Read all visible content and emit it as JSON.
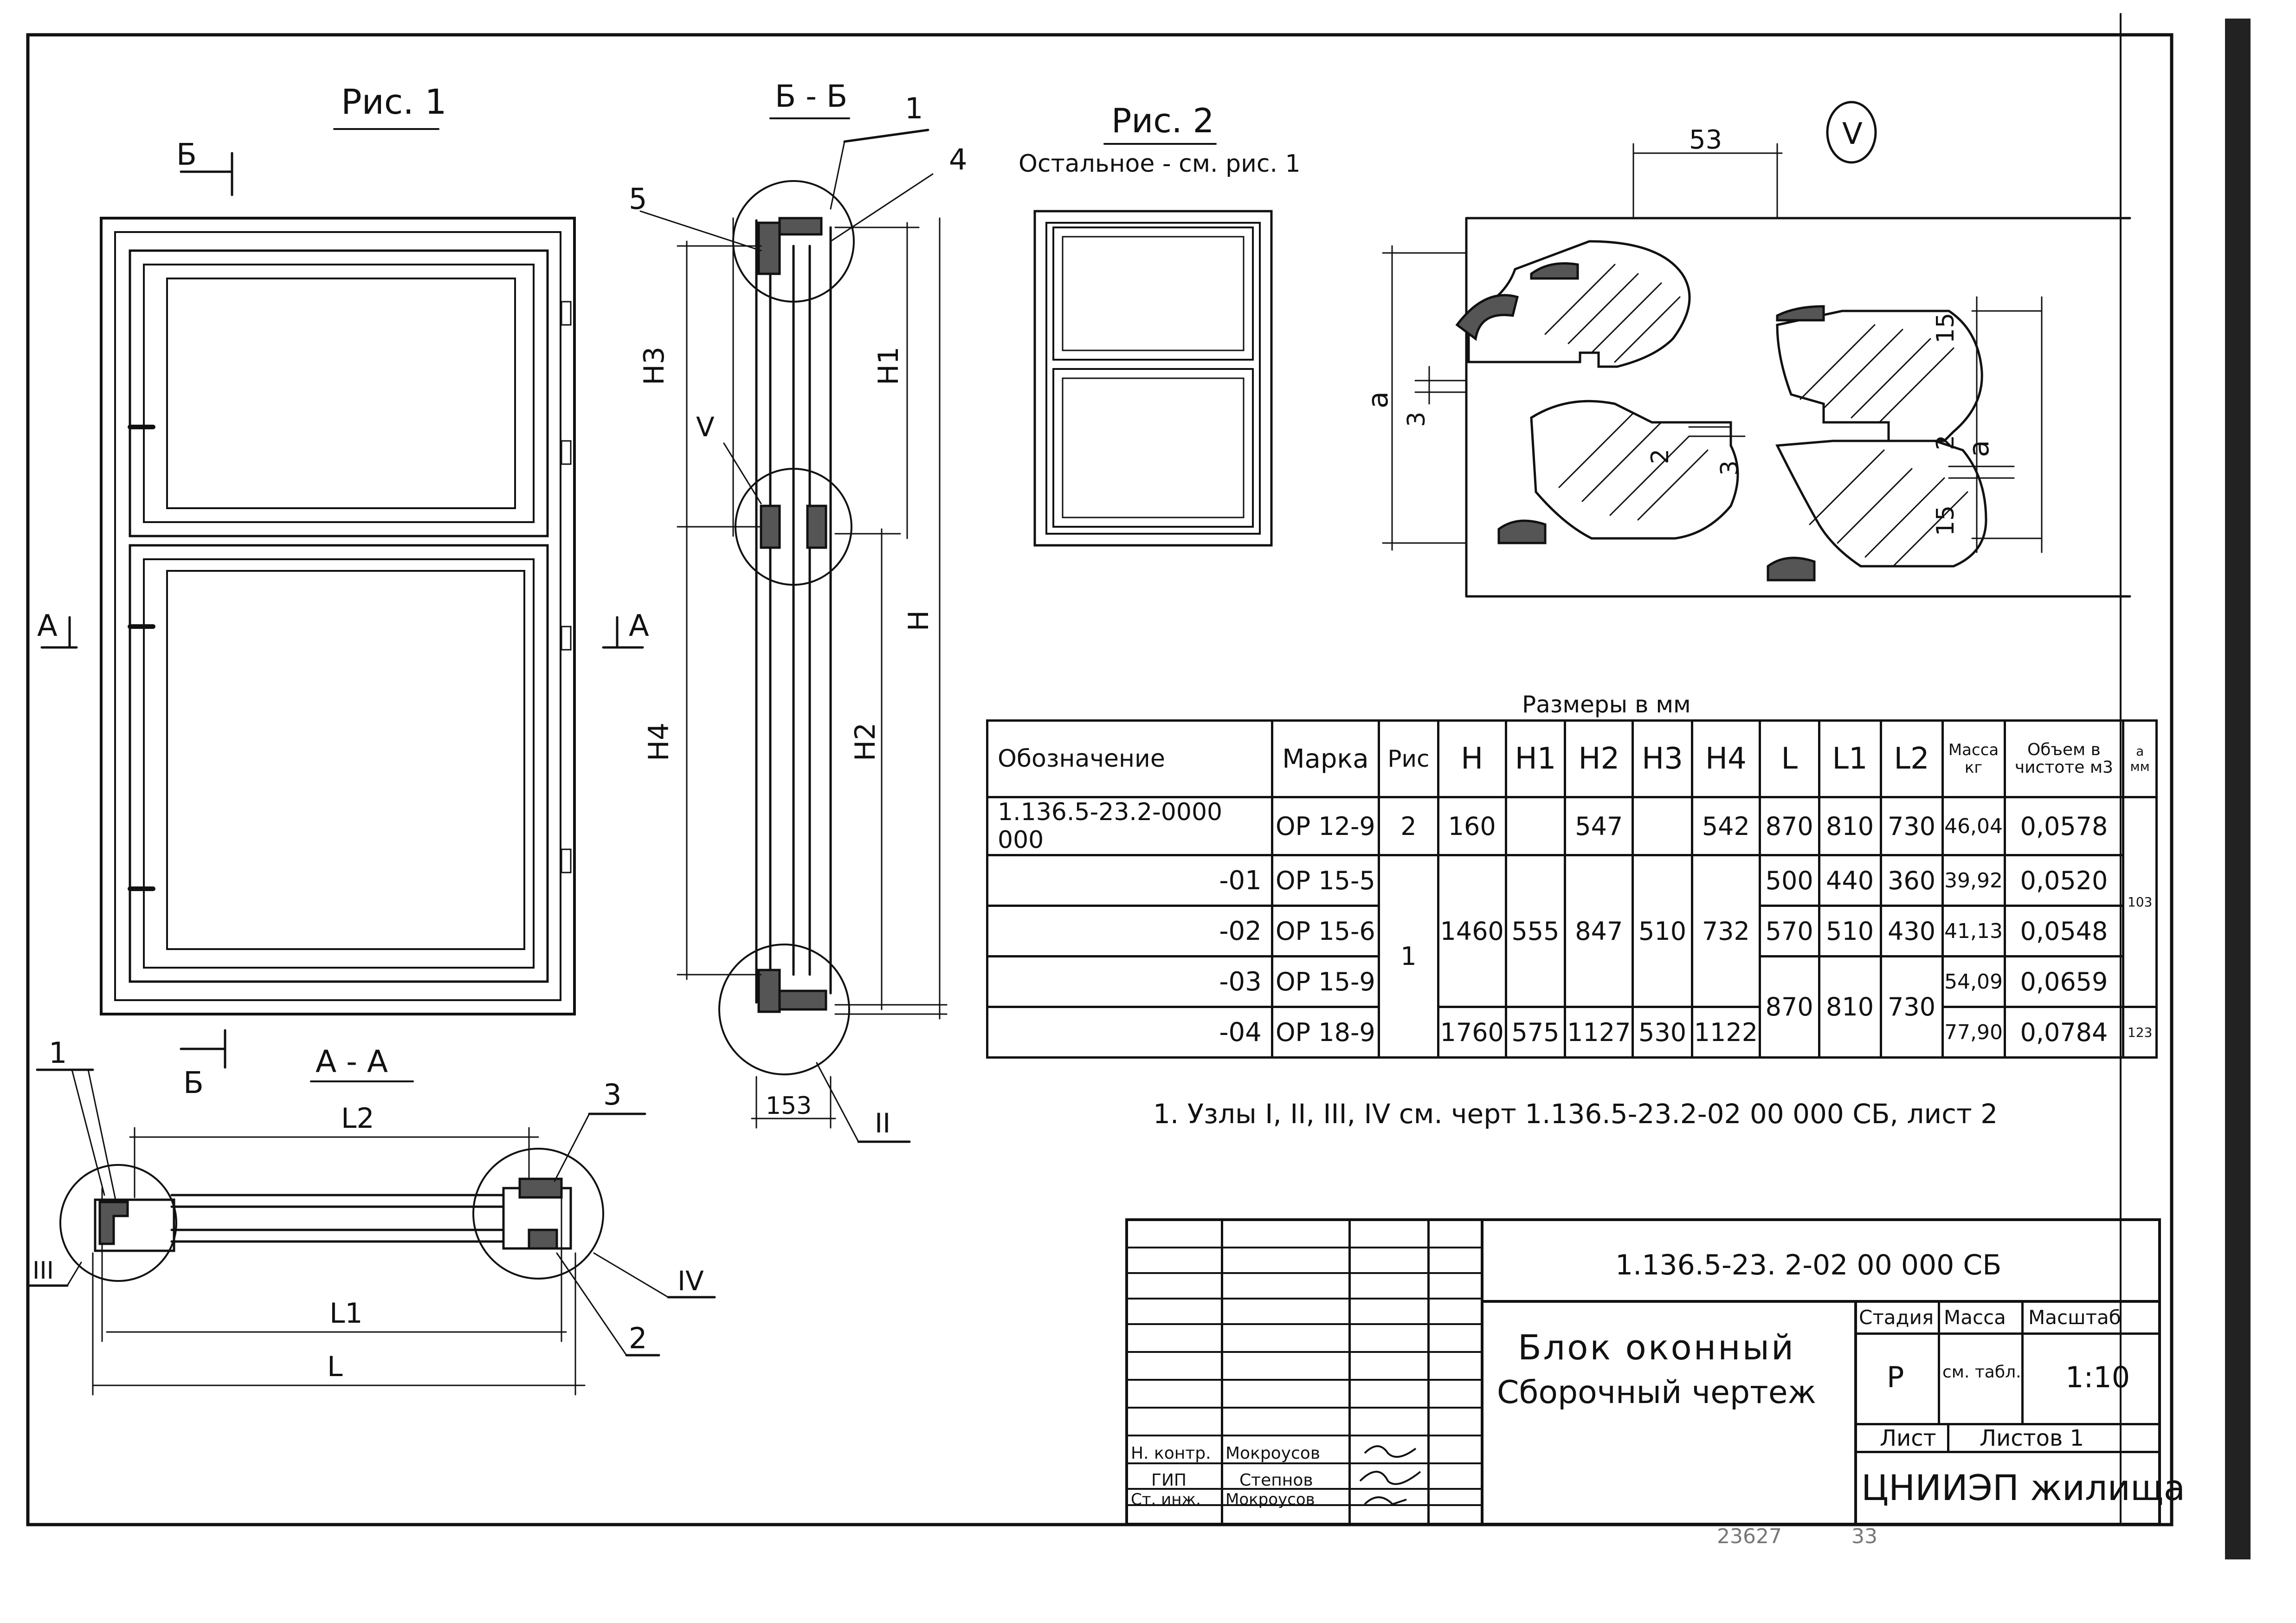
{
  "figures": {
    "fig1_title": "Рис. 1",
    "fig2_title": "Рис. 2",
    "fig2_note": "Остальное - см. рис. 1",
    "section_bb": "Б - Б",
    "section_aa": "А - А",
    "node_v": "V",
    "section_marks": {
      "b": "Б",
      "a": "А"
    }
  },
  "callouts": {
    "c1": "1",
    "c2": "2",
    "c3": "3",
    "c4": "4",
    "c5": "5",
    "node_ii": "II",
    "node_iii": "III",
    "node_iv": "IV",
    "node_v": "V"
  },
  "dimension_labels": {
    "h": "H",
    "h1": "H1",
    "h2": "H2",
    "h3": "H3",
    "h4": "H4",
    "l": "L",
    "l1": "L1",
    "l2": "L2",
    "d153": "153",
    "d53": "53",
    "a": "a",
    "d15": "15",
    "d3": "3",
    "d2": "2"
  },
  "table": {
    "caption": "Размеры в мм",
    "headers": [
      "Обозначение",
      "Марка",
      "Рис",
      "H",
      "H1",
      "H2",
      "H3",
      "H4",
      "L",
      "L1",
      "L2",
      "Масса кг",
      "Объем в чистоте м3",
      "a мм"
    ],
    "rows": [
      {
        "designation": "1.136.5-23.2-0000 000",
        "mark": "ОР 12-9",
        "fig": "2",
        "h": "160",
        "h1": "",
        "h2": "547",
        "h3": "",
        "h4": "542",
        "l": "870",
        "l1": "810",
        "l2": "730",
        "mass": "46,04",
        "volume": "0,0578"
      },
      {
        "designation": "-01",
        "mark": "ОР 15-5",
        "l": "500",
        "l1": "440",
        "l2": "360",
        "mass": "39,92",
        "volume": "0,0520"
      },
      {
        "designation": "-02",
        "mark": "ОР 15-6",
        "l": "570",
        "l1": "510",
        "l2": "430",
        "mass": "41,13",
        "volume": "0,0548"
      },
      {
        "designation": "-03",
        "mark": "ОР 15-9",
        "mass": "54,09",
        "volume": "0,0659"
      },
      {
        "designation": "-04",
        "mark": "ОР 18-9",
        "h": "1760",
        "h1": "575",
        "h2": "1127",
        "h3": "530",
        "h4": "1122",
        "mass": "77,90",
        "volume": "0,0784"
      }
    ],
    "merged": {
      "fig_1": "1",
      "h_1460": "1460",
      "h1_555": "555",
      "h2_847": "847",
      "h3_510": "510",
      "h4_732": "732",
      "l_870": "870",
      "l1_810": "810",
      "l2_730": "730",
      "a_103": "103",
      "a_123": "123"
    }
  },
  "note": "1. Узлы I, II, III, IV см. черт 1.136.5-23.2-02 00 000 СБ, лист 2",
  "title_block": {
    "doc_code": "1.136.5-23. 2-02 00 000 СБ",
    "title_line1": "Блок оконный",
    "title_line2": "Сборочный чертеж",
    "stage_label": "Стадия",
    "mass_label": "Масса",
    "scale_label": "Масштаб",
    "stage_value": "Р",
    "mass_value": "см. табл.",
    "scale_value": "1:10",
    "sheet_label": "Лист",
    "sheets_label": "Листов 1",
    "org": "ЦНИИЭП жилища",
    "signers": [
      {
        "role": "Н. контр.",
        "name": "Мокроусов"
      },
      {
        "role": "ГИП",
        "name": "Степнов"
      },
      {
        "role": "Ст. инж.",
        "name": "Мокроусов"
      }
    ]
  },
  "footer": {
    "inventory": "23627",
    "page": "33"
  },
  "colors": {
    "ink": "#111111",
    "paper": "#ffffff"
  }
}
